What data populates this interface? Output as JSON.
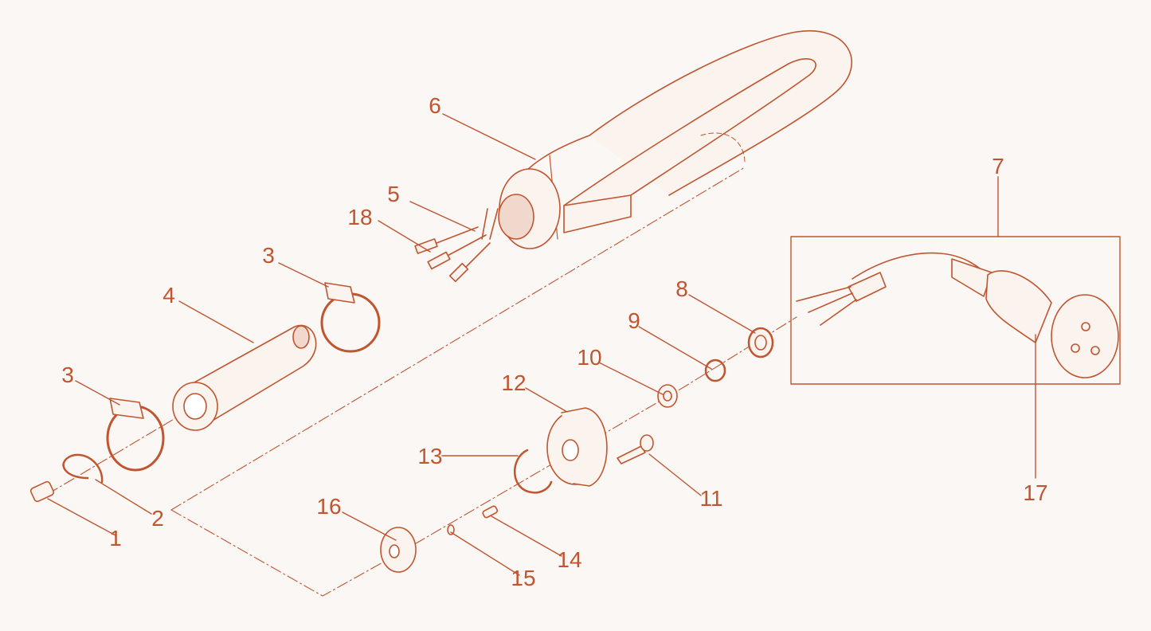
{
  "colors": {
    "background": "#faf7f5",
    "line": "#c0552f",
    "part_fill": "#fbf3ee",
    "part_shade": "#f0d9cc"
  },
  "callouts": [
    {
      "id": "c1",
      "text": "1"
    },
    {
      "id": "c2",
      "text": "2"
    },
    {
      "id": "c3a",
      "text": "3"
    },
    {
      "id": "c3b",
      "text": "3"
    },
    {
      "id": "c4",
      "text": "4"
    },
    {
      "id": "c5",
      "text": "5"
    },
    {
      "id": "c6",
      "text": "6"
    },
    {
      "id": "c7",
      "text": "7"
    },
    {
      "id": "c8",
      "text": "8"
    },
    {
      "id": "c9",
      "text": "9"
    },
    {
      "id": "c10",
      "text": "10"
    },
    {
      "id": "c11",
      "text": "11"
    },
    {
      "id": "c12",
      "text": "12"
    },
    {
      "id": "c13",
      "text": "13"
    },
    {
      "id": "c14",
      "text": "14"
    },
    {
      "id": "c15",
      "text": "15"
    },
    {
      "id": "c16",
      "text": "16"
    },
    {
      "id": "c17",
      "text": "17"
    },
    {
      "id": "c18",
      "text": "18"
    }
  ]
}
